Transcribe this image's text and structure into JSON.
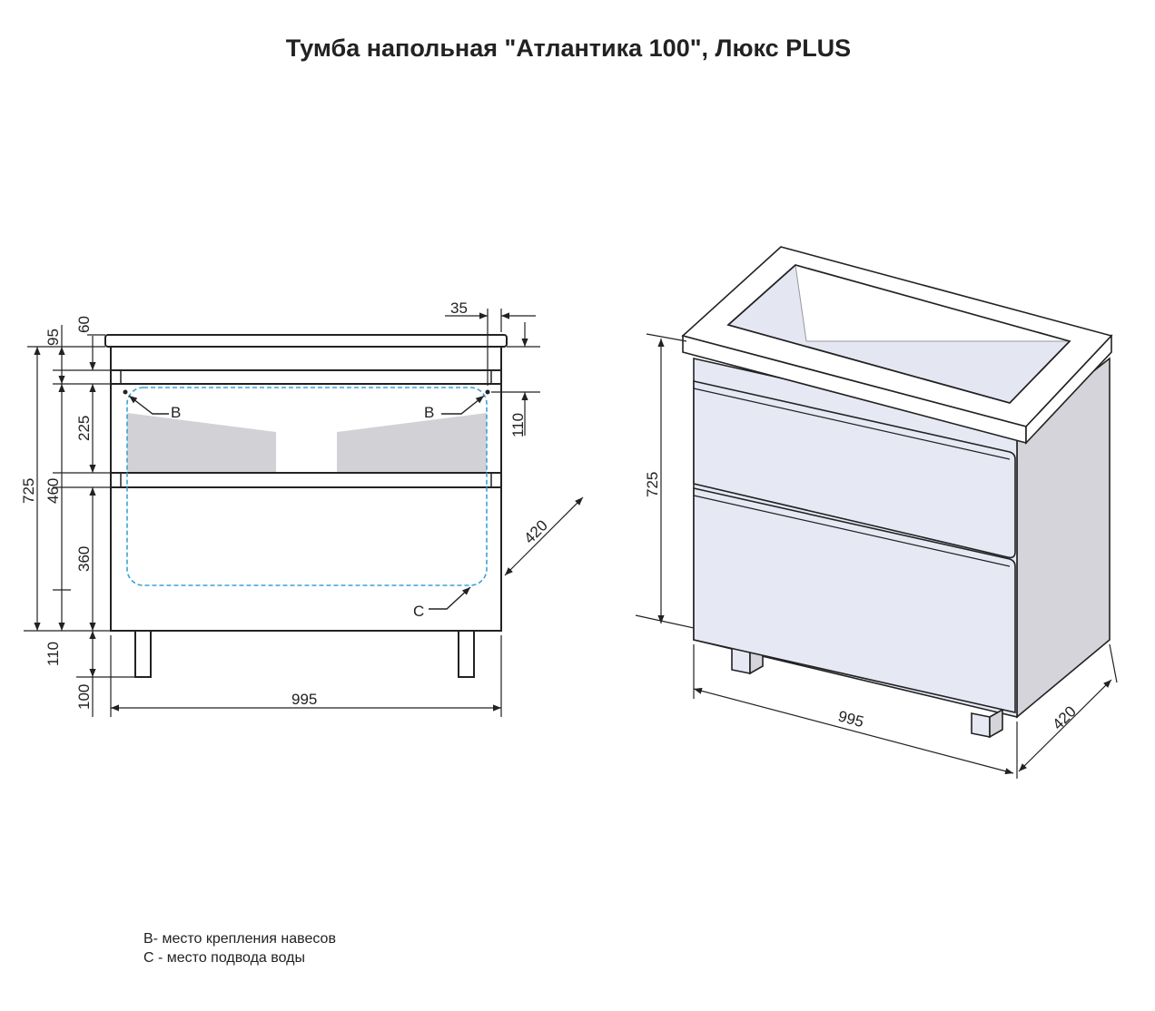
{
  "title": "Тумба напольная \"Атлантика 100\", Люкс PLUS",
  "front_view": {
    "dims": {
      "d95": "95",
      "d60": "60",
      "d35": "35",
      "d725": "725",
      "d460": "460",
      "d225": "225",
      "d360": "360",
      "d110_right": "110",
      "d110_leg": "110",
      "d100": "100",
      "d995": "995",
      "d420": "420"
    },
    "labels": {
      "b_left": "B",
      "b_right": "B",
      "c": "C"
    }
  },
  "iso_view": {
    "dims": {
      "d725": "725",
      "d995": "995",
      "d420": "420"
    }
  },
  "legend": {
    "line_b": "B- место крепления навесов",
    "line_c": "C - место подвода воды"
  },
  "colors": {
    "line": "#222222",
    "dashed": "#3aa3d6",
    "hinge_fill": "#d2d2d6",
    "front_face": "#e6e8f4",
    "side_face": "#d4d4da"
  }
}
